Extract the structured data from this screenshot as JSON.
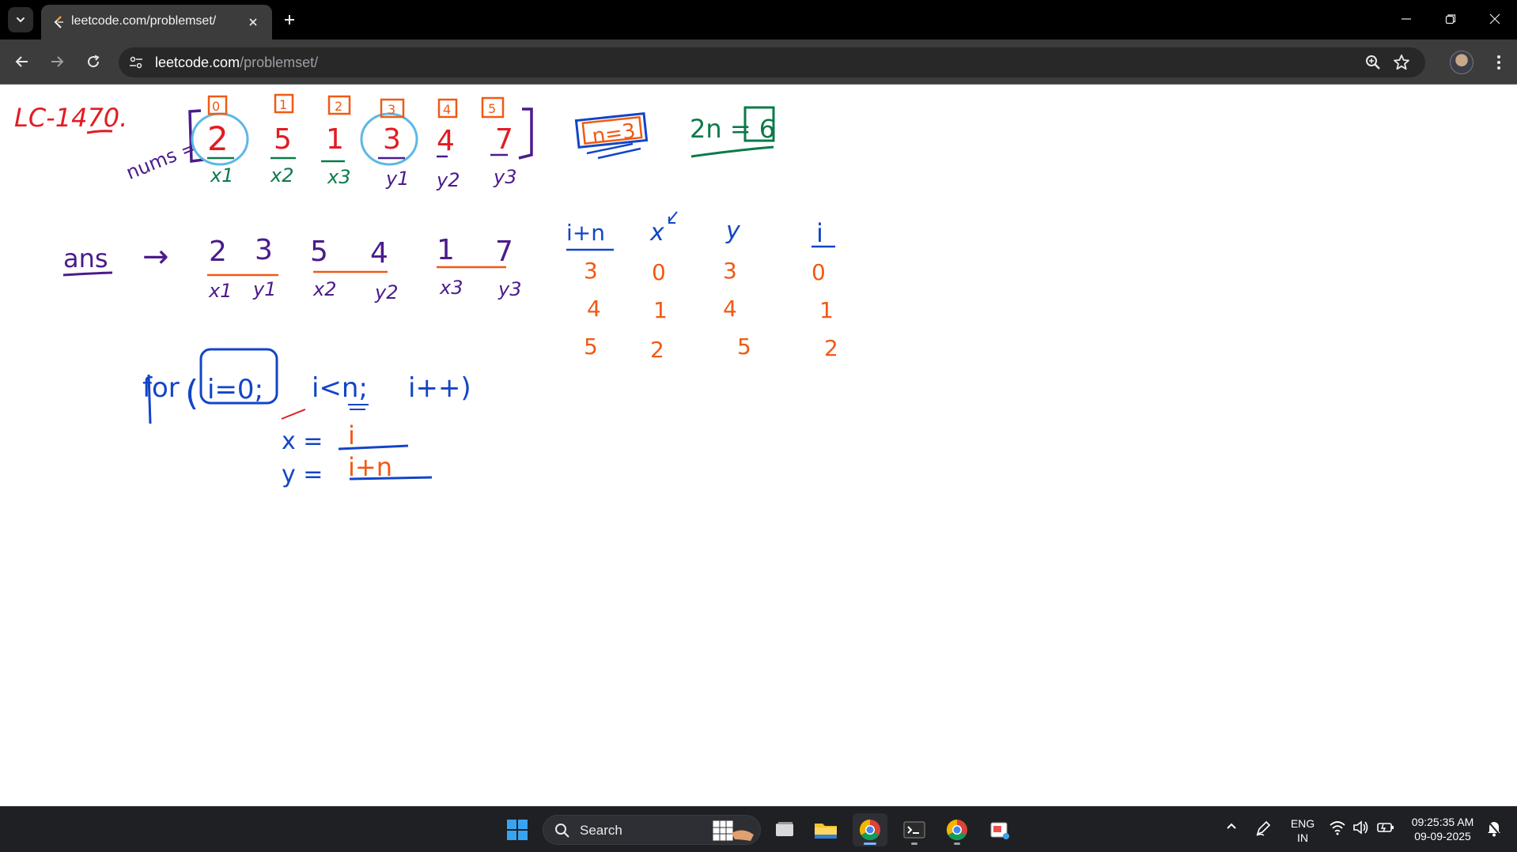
{
  "browser": {
    "tab": {
      "title": "leetcode.com/problemset/"
    },
    "omnibox": {
      "host": "leetcode.com",
      "path": "/problemset/"
    }
  },
  "whiteboard": {
    "header": {
      "problem": "LC-1470."
    },
    "nums": {
      "label": "nums =",
      "values": [
        "2",
        "5",
        "1",
        "3",
        "4",
        "7"
      ],
      "indices": [
        "0",
        "1",
        "2",
        "3",
        "4",
        "5"
      ],
      "names": [
        "x1",
        "x2",
        "x3",
        "y1",
        "y2",
        "y3"
      ]
    },
    "n_note": "n=3",
    "two_n_note": "2n = 6",
    "ans": {
      "label": "ans",
      "arrow": "→",
      "pairs": [
        {
          "a": "2",
          "b": "3",
          "a_name": "x1",
          "b_name": "y1"
        },
        {
          "a": "5",
          "b": "4",
          "a_name": "x2",
          "b_name": "y2"
        },
        {
          "a": "1",
          "b": "7",
          "a_name": "x3",
          "b_name": "y3"
        }
      ]
    },
    "table": {
      "headers": [
        "i+n",
        "x",
        "y",
        "i"
      ],
      "rows": [
        [
          "3",
          "0",
          "3",
          "0"
        ],
        [
          "4",
          "1",
          "4",
          "1"
        ],
        [
          "5",
          "2",
          "5",
          "2"
        ]
      ]
    },
    "code": {
      "for_kw": "for",
      "init": "i=0;",
      "cond": "i<n;",
      "incr": "i++)",
      "line_x": "x =",
      "val_x": "i",
      "line_y": "y =",
      "val_y": "i+n"
    },
    "colors": {
      "red": "#e31b23",
      "orange": "#f05a14",
      "green": "#0b7a4a",
      "purple": "#4b1b8c",
      "blue": "#1245c8",
      "cyan": "#5cb8e6"
    }
  },
  "taskbar": {
    "search_label": "Search",
    "lang_top": "ENG",
    "lang_bottom": "IN",
    "time": "09:25:35 AM",
    "date": "09-09-2025"
  }
}
